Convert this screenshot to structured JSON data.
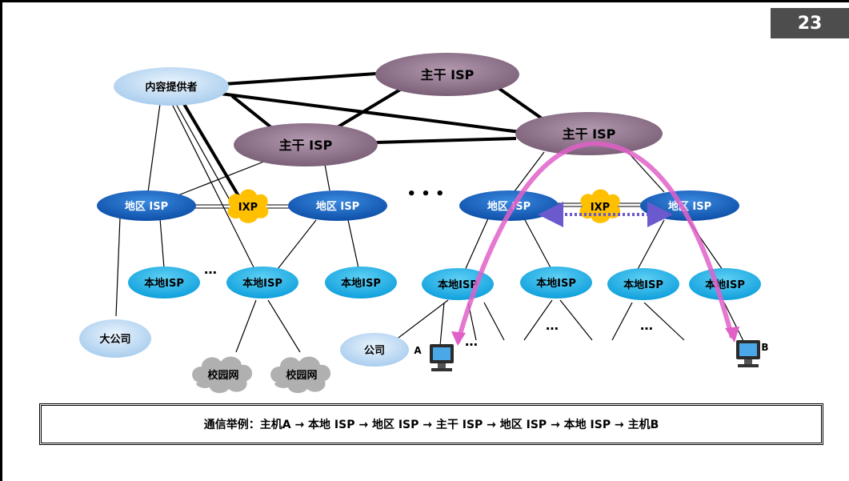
{
  "page_number": "23",
  "labels": {
    "content_provider": "内容提供者",
    "backbone_isp": "主干 ISP",
    "regional_isp": "地区 ISP",
    "ixp": "IXP",
    "local_isp": "本地ISP",
    "large_company": "大公司",
    "company": "公司",
    "campus_net": "校园网",
    "host_a": "A",
    "host_b": "B",
    "ellipsis_big": "• • •",
    "ellipsis": "…"
  },
  "caption": "通信举例：主机A → 本地 ISP → 地区 ISP → 主干 ISP → 地区 ISP → 本地 ISP → 主机B",
  "colors": {
    "backbone": "#8c7088",
    "regional": "#1a66c4",
    "local": "#1fb2ea",
    "content": "#c6e0f7",
    "ixp": "#ffc000",
    "cloud": "#b0b0b0",
    "path": "#e060c8",
    "dotted": "#6a5acd"
  }
}
